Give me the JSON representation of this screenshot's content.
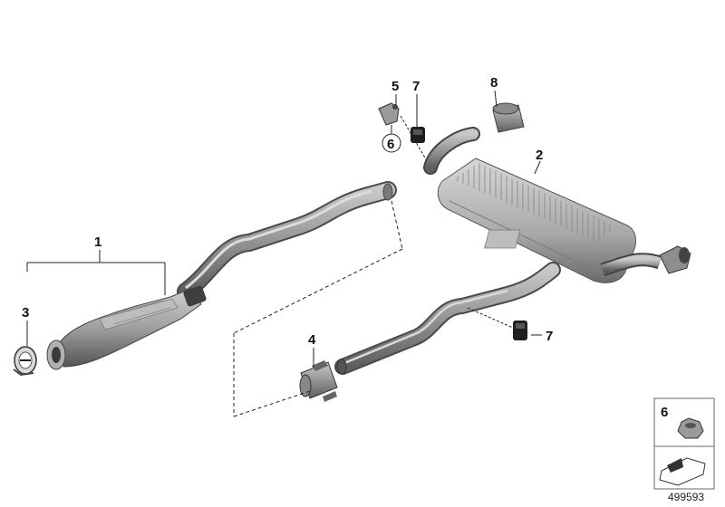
{
  "diagram": {
    "callouts": {
      "c1": "1",
      "c2": "2",
      "c3": "3",
      "c4": "4",
      "c5": "5",
      "c6": "6",
      "c7a": "7",
      "c7b": "7",
      "c8": "8"
    },
    "legend": {
      "part_number": "6"
    },
    "document_number": "499593"
  }
}
